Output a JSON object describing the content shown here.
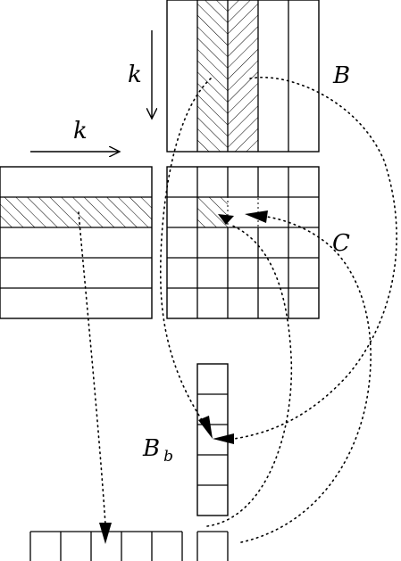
{
  "labels": {
    "B": "B",
    "C": "C",
    "k_horizontal": "k",
    "k_vertical": "k",
    "Bb_main": "B",
    "Bb_sub": "b"
  }
}
